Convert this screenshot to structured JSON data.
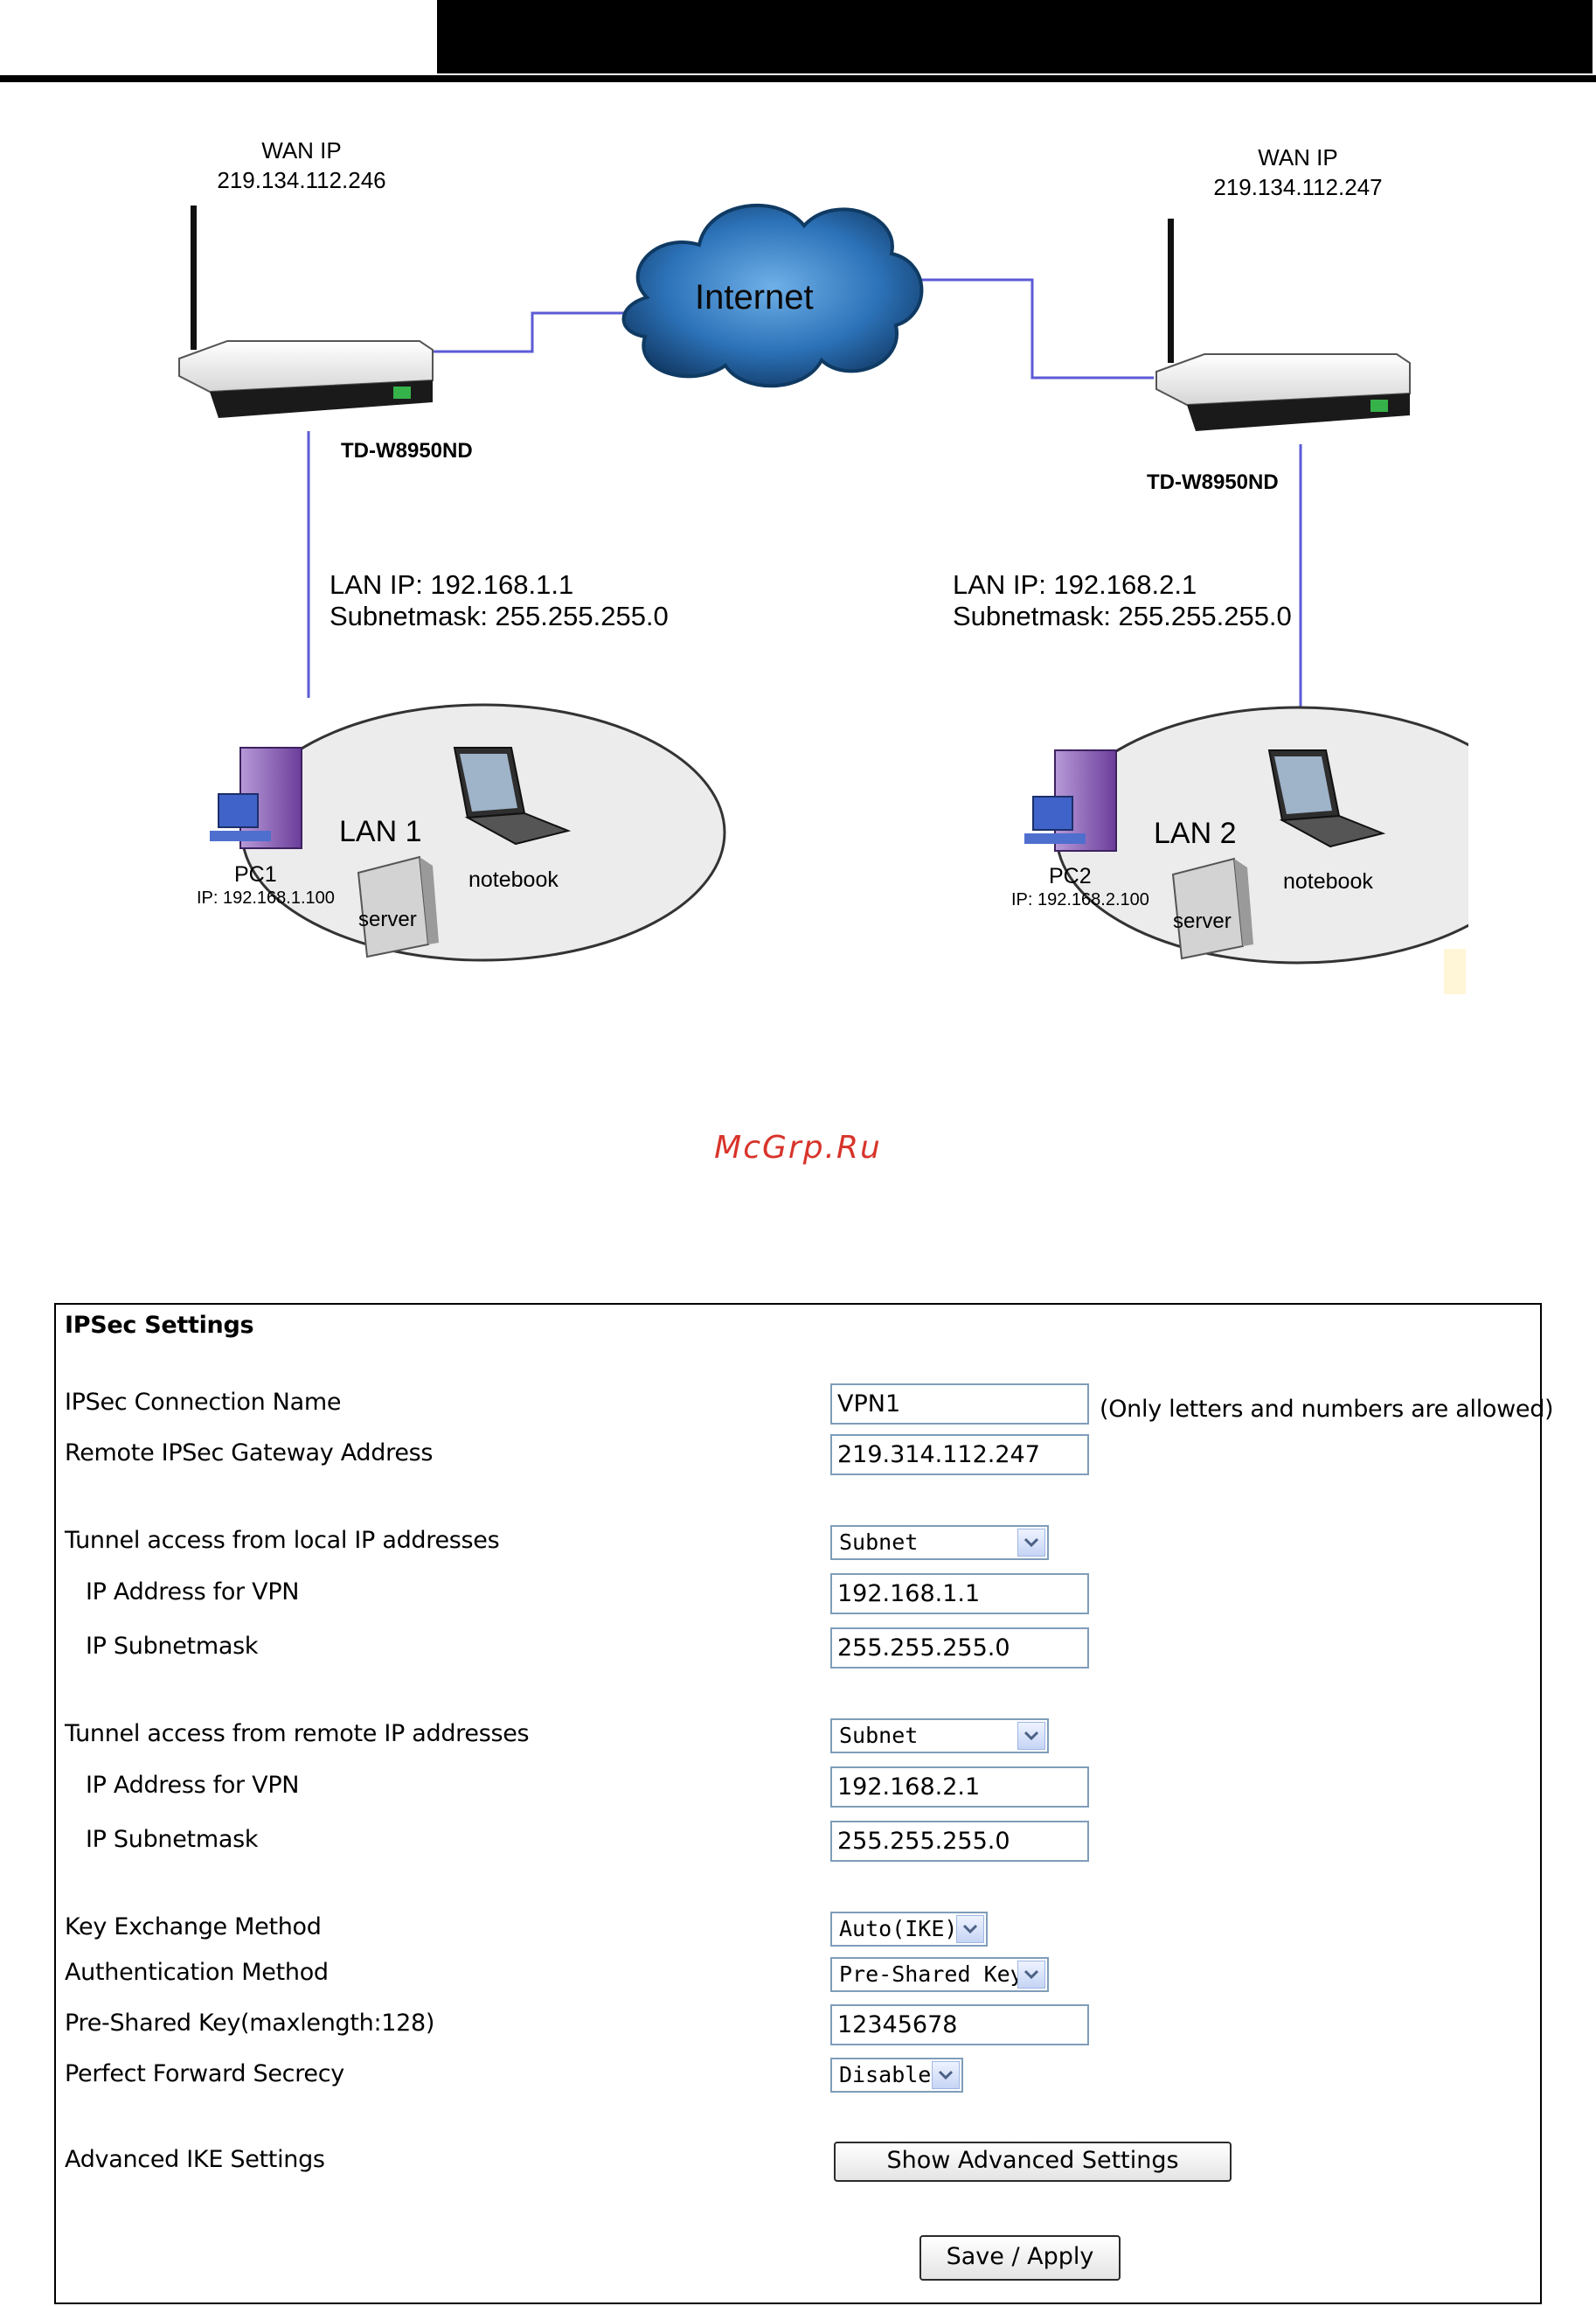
{
  "diagram": {
    "left": {
      "wan_title": "WAN IP",
      "wan_ip": "219.134.112.246",
      "model": "TD-W8950ND",
      "lan_ip": "LAN IP: 192.168.1.1",
      "subnet": "Subnetmask: 255.255.255.0",
      "lan_name": "LAN 1",
      "pc_name": "PC1",
      "pc_ip": "IP: 192.168.1.100",
      "server": "server",
      "notebook": "notebook"
    },
    "right": {
      "wan_title": "WAN IP",
      "wan_ip": "219.134.112.247",
      "model": "TD-W8950ND",
      "lan_ip": "LAN IP: 192.168.2.1",
      "subnet": "Subnetmask: 255.255.255.0",
      "lan_name": "LAN 2",
      "pc_name": "PC2",
      "pc_ip": "IP: 192.168.2.100",
      "server": "server",
      "notebook": "notebook"
    },
    "cloud_label": "Internet"
  },
  "watermark": "McGrp.Ru",
  "settings": {
    "title": "IPSec Settings",
    "connection_name_label": "IPSec Connection Name",
    "connection_name_value": "VPN1",
    "connection_name_hint": "(Only letters and numbers are allowed)",
    "remote_gateway_label": "Remote IPSec Gateway Address",
    "remote_gateway_value": "219.314.112.247",
    "local_access_label": "Tunnel access from local IP addresses",
    "local_access_value": "Subnet",
    "local_ip_label": "IP Address for VPN",
    "local_ip_value": "192.168.1.1",
    "local_mask_label": "IP Subnetmask",
    "local_mask_value": "255.255.255.0",
    "remote_access_label": "Tunnel access from remote IP addresses",
    "remote_access_value": "Subnet",
    "remote_ip_label": "IP Address for VPN",
    "remote_ip_value": "192.168.2.1",
    "remote_mask_label": "IP Subnetmask",
    "remote_mask_value": "255.255.255.0",
    "key_exchange_label": "Key Exchange Method",
    "key_exchange_value": "Auto(IKE)",
    "auth_method_label": "Authentication Method",
    "auth_method_value": "Pre-Shared Key",
    "psk_label": "Pre-Shared Key(maxlength:128)",
    "psk_value": "12345678",
    "pfs_label": "Perfect Forward Secrecy",
    "pfs_value": "Disable",
    "advanced_label": "Advanced IKE Settings",
    "advanced_button": "Show Advanced Settings",
    "save_button": "Save / Apply"
  },
  "colors": {
    "link_line": "#5b5bd6",
    "cloud": "#1b5f9c",
    "input_border": "#7f9db9",
    "watermark": "#d8342b"
  }
}
